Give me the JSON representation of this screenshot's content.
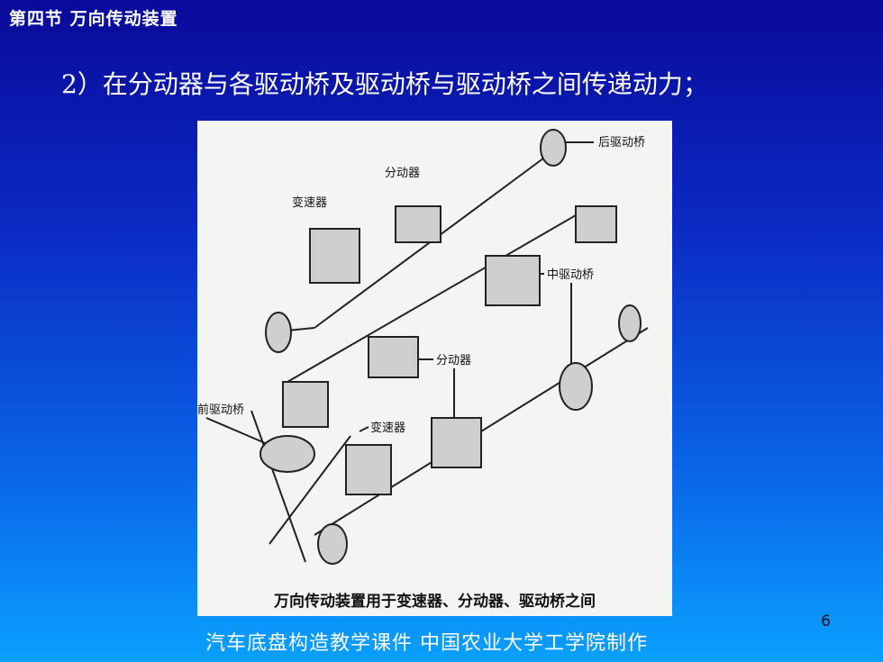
{
  "header": {
    "section_title": "第四节  万向传动装置",
    "slide_heading": "2）在分动器与各驱动桥及驱动桥与驱动桥之间传递动力；"
  },
  "figure": {
    "labels": {
      "rear_axle": "后驱动桥",
      "transfer_case_top": "分动器",
      "gearbox_top": "变速器",
      "middle_axle": "中驱动桥",
      "transfer_case_mid": "分动器",
      "front_axle": "前驱动桥",
      "gearbox_bottom": "变速器"
    },
    "caption": "万向传动装置用于变速器、分动器、驱动桥之间"
  },
  "page_number": "6",
  "footer": "汽车底盘构造教学课件   中国农业大学工学院制作"
}
